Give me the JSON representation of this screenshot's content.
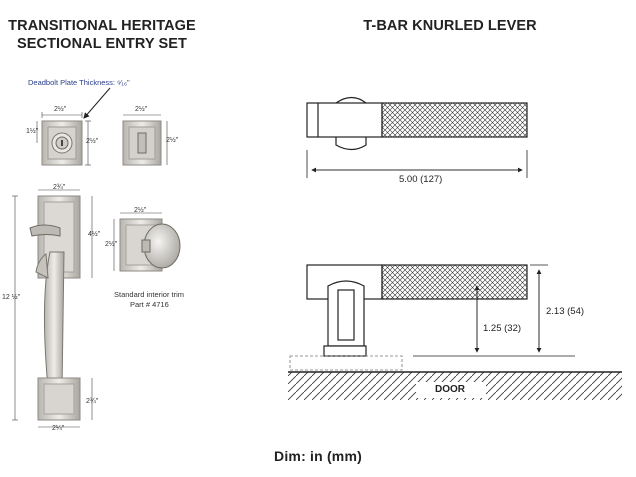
{
  "left": {
    "title_line1": "TRANSITIONAL HERITAGE",
    "title_line2": "SECTIONAL ENTRY SET",
    "deadbolt_note": "Deadbolt Plate Thickness: ⁶⁄₁₆\"",
    "deadbolt_width": "2½\"",
    "deadbolt_hole": "1½\"",
    "deadbolt_height": "2½\"",
    "interior_width": "2½\"",
    "interior_height": "2½\"",
    "handle_top_width": "2¾\"",
    "handle_top_height": "4½\"",
    "handle_total_height": "12 ½\"",
    "handle_bottom_height": "2¾\"",
    "handle_bottom_width": "2¼\"",
    "knob_width": "2½\"",
    "knob_height": "2½\"",
    "trim_note_line1": "Standard interior trim",
    "trim_note_line2": "Part # 4716"
  },
  "right": {
    "title": "T-BAR KNURLED LEVER",
    "length_dim": "5.00 (127)",
    "projection_dim": "2.13 (54)",
    "height_dim": "1.25 (32)",
    "door_label": "DOOR"
  },
  "footer": "Dim: in (mm)",
  "colors": {
    "metal_light": "#e4e2de",
    "metal_mid": "#c9c6c0",
    "metal_dark": "#8e8a84",
    "line": "#222222"
  }
}
